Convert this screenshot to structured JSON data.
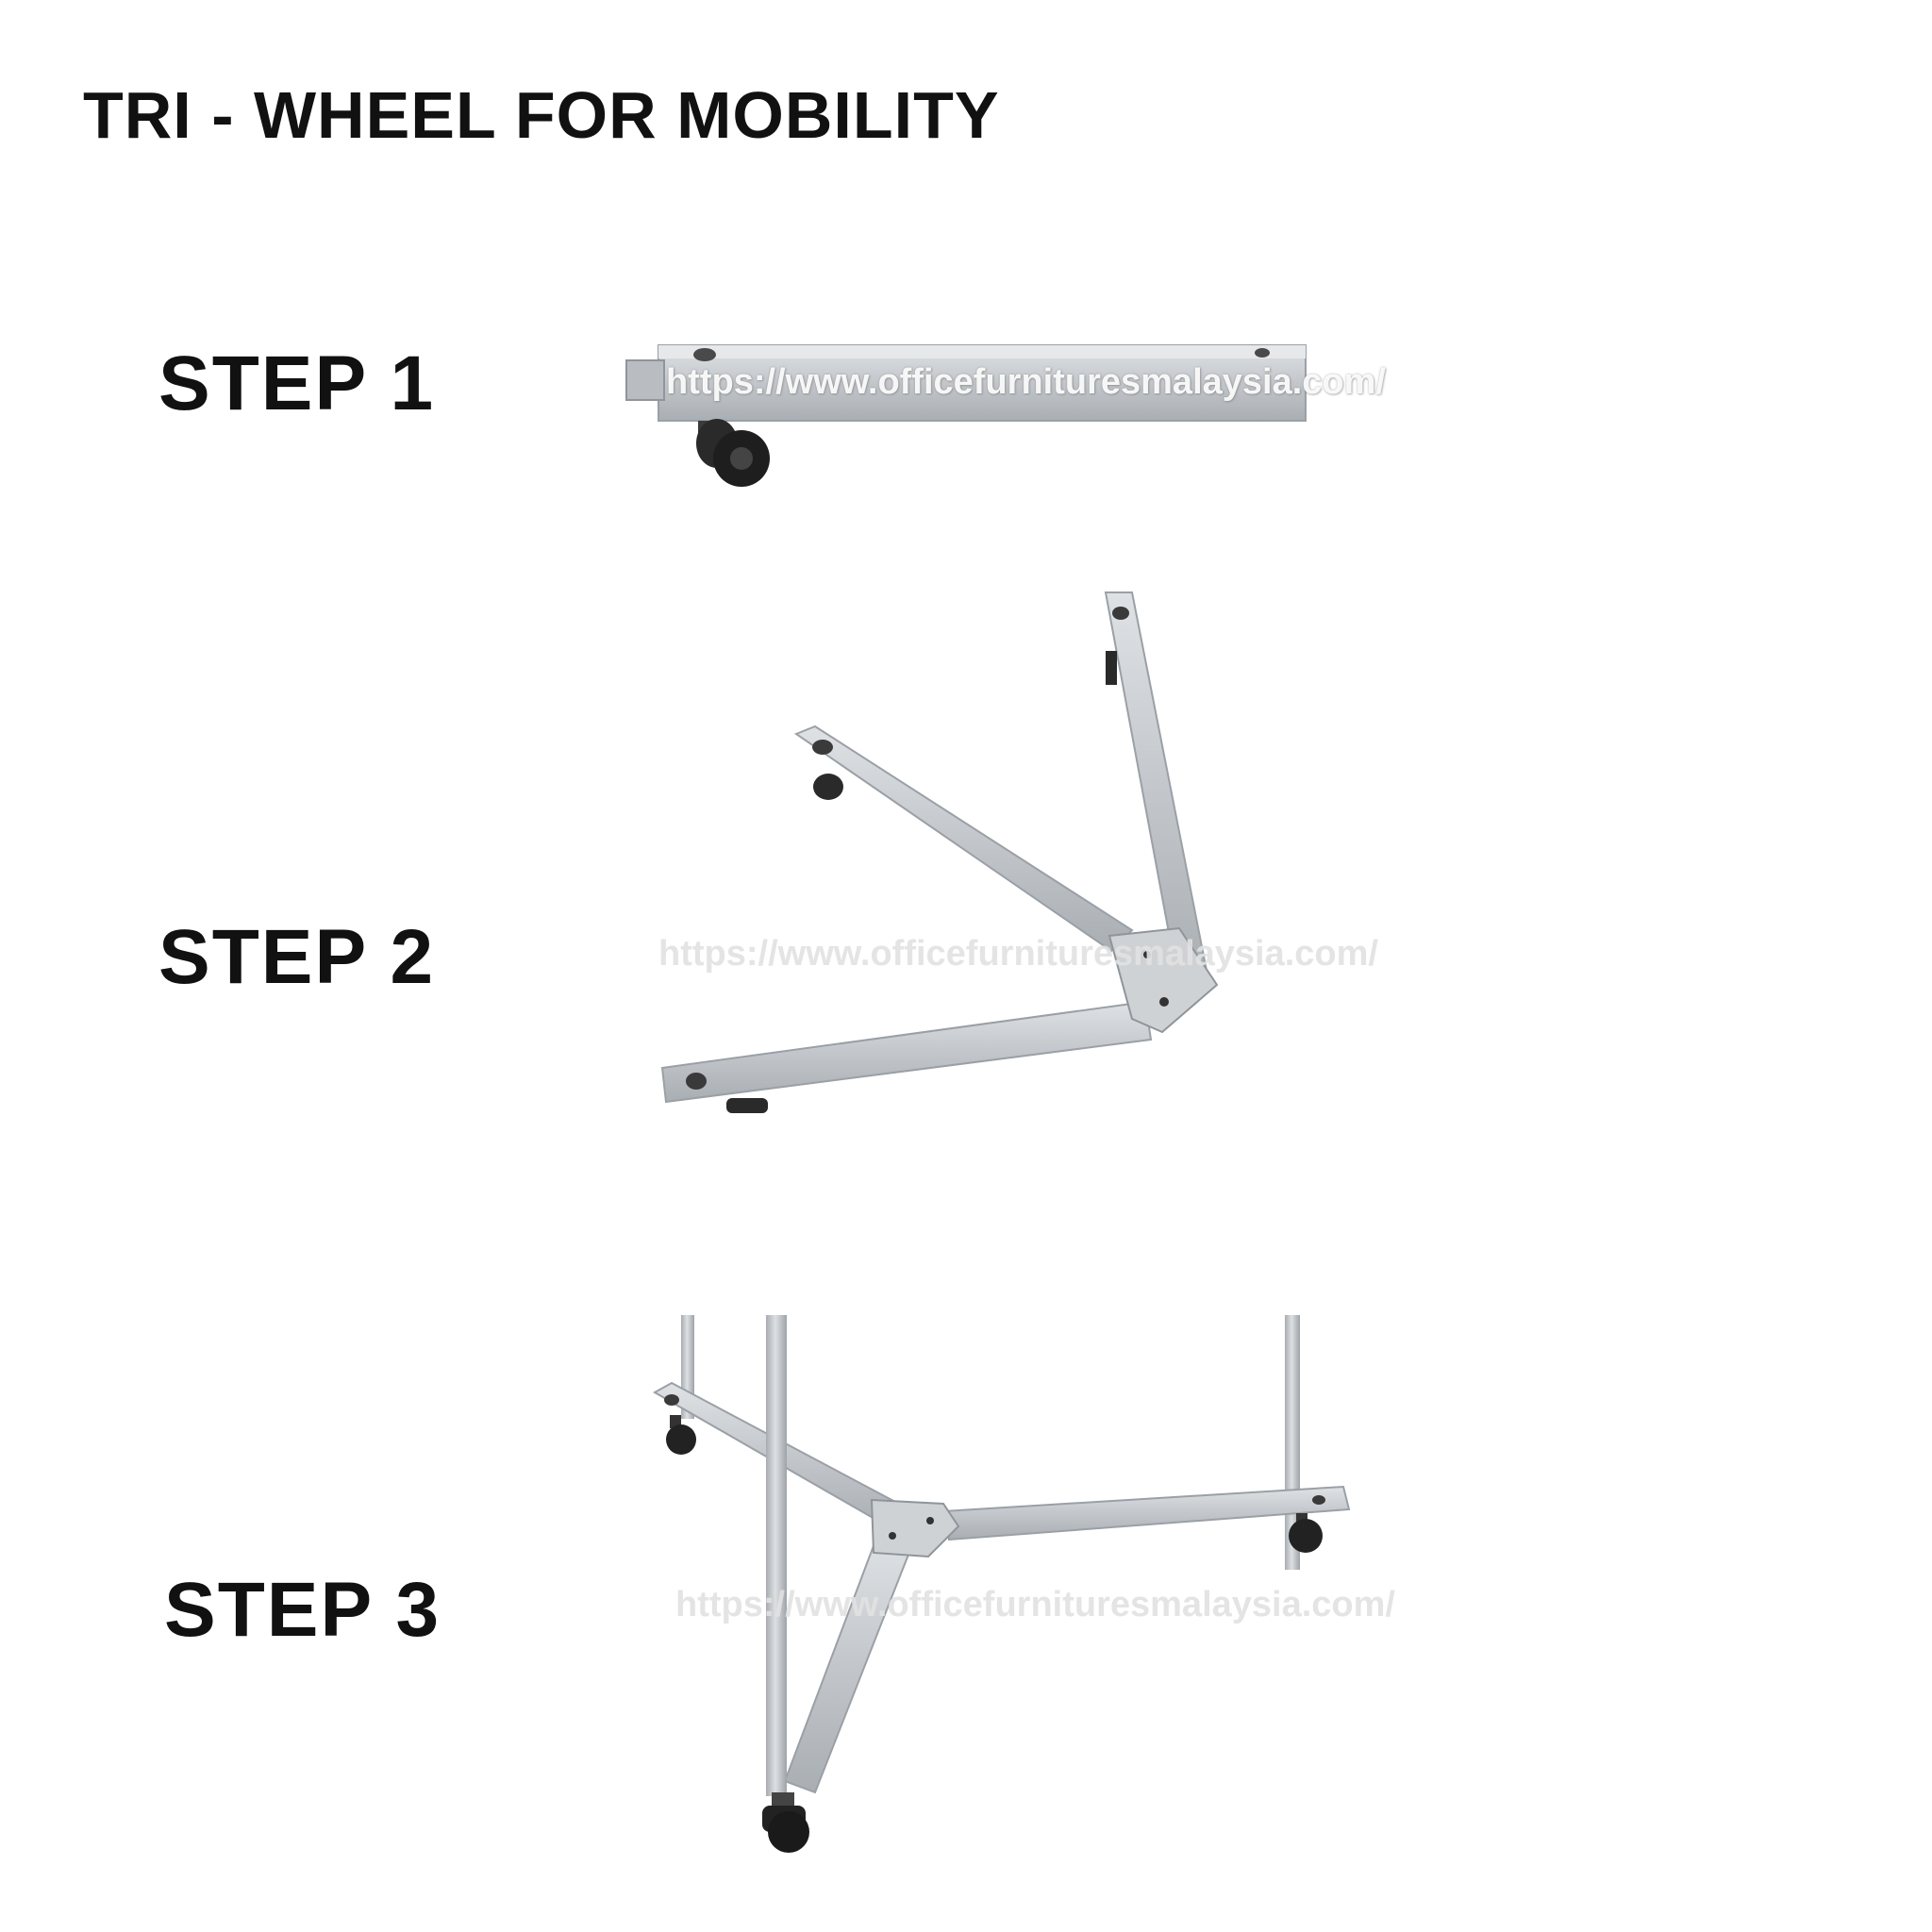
{
  "title": "TRI - WHEEL FOR MOBILITY",
  "steps": [
    {
      "label": "STEP 1",
      "watermark": "https://www.officefurnituresmalaysia.com/"
    },
    {
      "label": "STEP 2",
      "watermark": "https://www.officefurnituresmalaysia.com/"
    },
    {
      "label": "STEP 3",
      "watermark": "https://www.officefurnituresmalaysia.com/"
    }
  ],
  "colors": {
    "metal": "#c4c8cc",
    "metal_dark": "#9aa0a6",
    "wheel": "#2a2a2a",
    "text": "#111111"
  }
}
